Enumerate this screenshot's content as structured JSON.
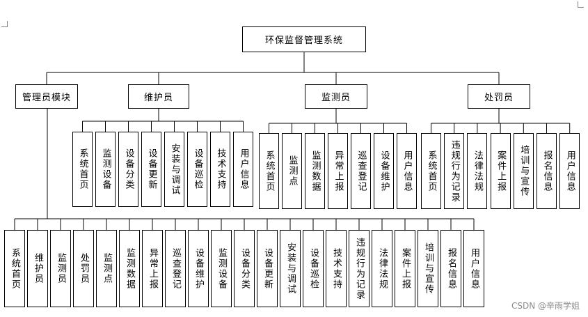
{
  "title": "环保监督管理系统",
  "groups": [
    {
      "label": "管理员模块",
      "children": []
    },
    {
      "label": "维护员",
      "children": [
        "系统首页",
        "监测设备",
        "设备分类",
        "设备更新",
        "安装与调试",
        "设备巡检",
        "技术支持",
        "用户信息"
      ]
    },
    {
      "label": "监测员",
      "children": [
        "系统首页",
        "监测点",
        "监测数据",
        "异常上报",
        "巡查登记",
        "设备维护",
        "用户信息"
      ]
    },
    {
      "label": "处罚员",
      "children": [
        "系统首页",
        "违规行为记录",
        "法律法规",
        "案件上报",
        "培训与宣传",
        "报名信息",
        "用户信息"
      ]
    }
  ],
  "admin_children": [
    "系统首页",
    "维护员",
    "监测员",
    "处罚员",
    "监测点",
    "监测数据",
    "异常上报",
    "巡查登记",
    "设备维护",
    "监测设备",
    "设备分类",
    "设备更新",
    "安装与调试",
    "设备巡检",
    "技术支持",
    "违规行为记录",
    "法律法规",
    "案件上报",
    "培训与宣传",
    "报名信息",
    "用户信息"
  ],
  "watermark": "CSDN @辛雨学姐"
}
